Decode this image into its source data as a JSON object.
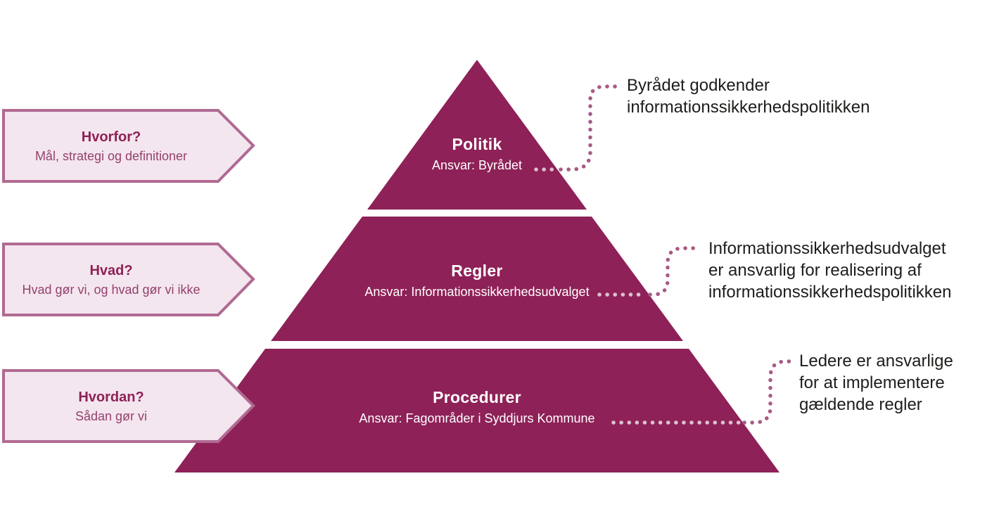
{
  "colors": {
    "pyramid_fill": "#8e2157",
    "arrow_fill": "#f4e6ef",
    "arrow_border": "#b06a92",
    "arrow_title_text": "#8e2157",
    "arrow_subtitle_text": "#94416d",
    "tier_text": "#ffffff",
    "annotation_text": "#1d1d1b",
    "dots_outside": "#a85a85",
    "dots_on_pyramid": "#ddc0cf",
    "background": "#ffffff"
  },
  "arrows": [
    {
      "title": "Hvorfor?",
      "subtitle": "Mål, strategi og definitioner"
    },
    {
      "title": "Hvad?",
      "subtitle": "Hvad gør vi, og hvad gør vi ikke"
    },
    {
      "title": "Hvordan?",
      "subtitle": "Sådan gør vi"
    }
  ],
  "pyramid": {
    "tiers": [
      {
        "title": "Politik",
        "responsibility": "Ansvar: Byrådet"
      },
      {
        "title": "Regler",
        "responsibility": "Ansvar: Informationssikkerhedsudvalget"
      },
      {
        "title": "Procedurer",
        "responsibility": "Ansvar: Fagområder i Syddjurs Kommune"
      }
    ]
  },
  "annotations": [
    {
      "lines": [
        "Byrådet godkender",
        "informationssikkerhedspolitikken",
        ""
      ]
    },
    {
      "lines": [
        "Informationssikkerhedsudvalget",
        "er ansvarlig for realisering af",
        "informationssikkerhedspolitikken"
      ]
    },
    {
      "lines": [
        "Ledere er ansvarlige",
        "for at implementere",
        "gældende regler"
      ]
    }
  ]
}
